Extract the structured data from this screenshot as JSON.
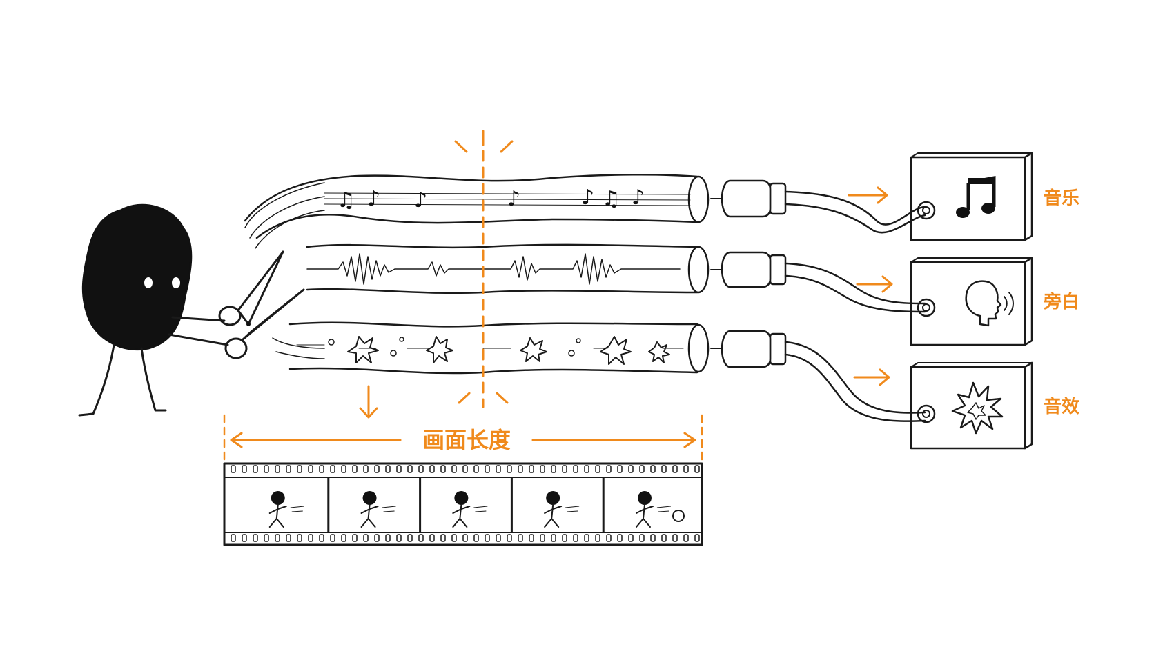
{
  "accent_color": "#f08a1c",
  "ink_color": "#1a1a1a",
  "length_label": "画面长度",
  "outputs": [
    {
      "label": "音乐",
      "icon": "music-note-icon"
    },
    {
      "label": "旁白",
      "icon": "speaking-head-icon"
    },
    {
      "label": "音效",
      "icon": "explosion-icon"
    }
  ],
  "tracks": [
    {
      "content": "music-notes"
    },
    {
      "content": "waveform"
    },
    {
      "content": "sound-effects"
    }
  ],
  "film_frames": 5
}
